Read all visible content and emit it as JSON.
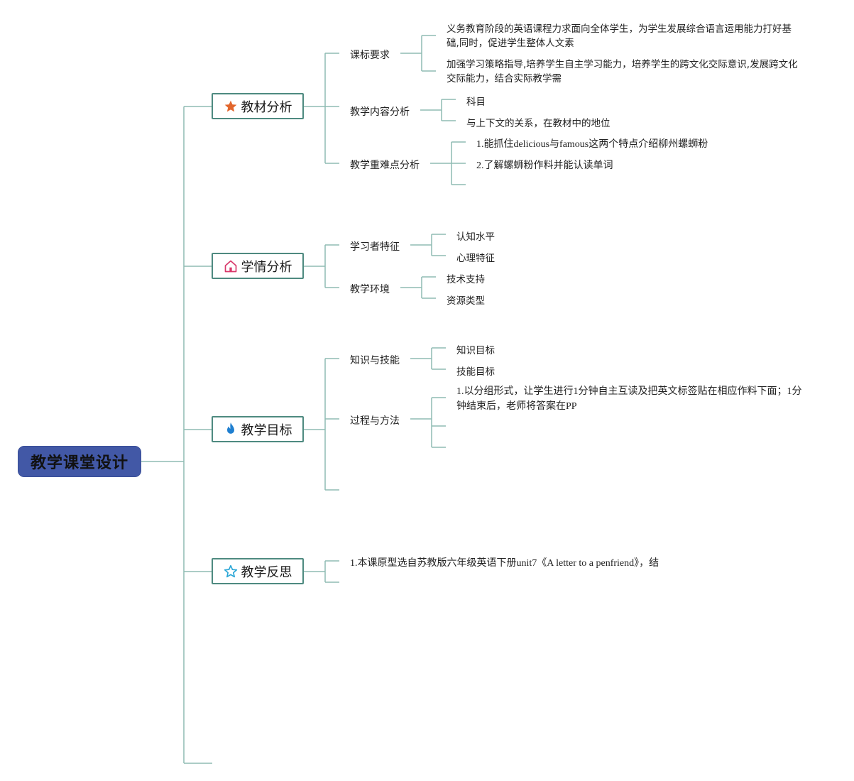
{
  "root": "教学课堂设计",
  "colors": {
    "root_fill": "#4258a6",
    "branch_border": "#4e8a80",
    "line": "#8fbcb3"
  },
  "branches": [
    {
      "label": "教材分析",
      "icon": "star-filled-icon",
      "children": [
        {
          "label": "课标要求",
          "children": [
            "义务教育阶段的英语课程力求面向全体学生，为学生发展综合语言运用能力打好基础,同时，促进学生整体人文素",
            "加强学习策略指导,培养学生自主学习能力，培养学生的跨文化交际意识,发展跨文化交际能力，结合实际教学需"
          ]
        },
        {
          "label": "教学内容分析",
          "children": [
            "科目",
            "与上下文的关系，在教材中的地位"
          ]
        },
        {
          "label": "教学重难点分析",
          "children": [
            "1.能抓住delicious与famous这两个特点介绍柳州螺蛳粉",
            "2.了解螺蛳粉作料并能认读单词"
          ]
        }
      ]
    },
    {
      "label": "学情分析",
      "icon": "home-icon",
      "children": [
        {
          "label": "学习者特征",
          "children": [
            "认知水平",
            "心理特征"
          ]
        },
        {
          "label": "教学环境",
          "children": [
            "技术支持",
            "资源类型"
          ]
        }
      ]
    },
    {
      "label": "教学目标",
      "icon": "flame-icon",
      "children": [
        {
          "label": "知识与技能",
          "children": [
            "知识目标",
            "技能目标"
          ]
        },
        {
          "label": "过程与方法",
          "children": [
            "1.以分组形式，让学生进行1分钟自主互读及把英文标签贴在相应作料下面；1分钟结束后，老师将答案在PP"
          ]
        }
      ]
    },
    {
      "label": "教学反思",
      "icon": "star-outline-icon",
      "children": [
        {
          "label": "1.本课原型选自苏教版六年级英语下册unit7《A letter to a penfriend》，结"
        }
      ]
    }
  ]
}
